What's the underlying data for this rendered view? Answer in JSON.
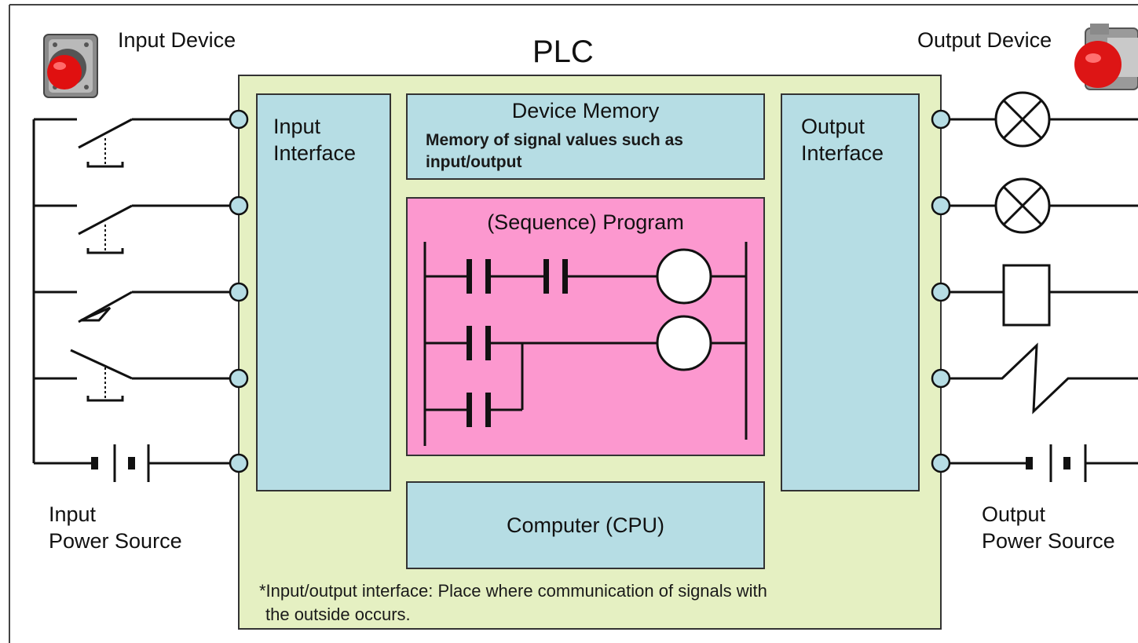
{
  "title": "PLC",
  "input_device": {
    "label": "Input Device"
  },
  "output_device": {
    "label": "Output Device"
  },
  "input_interface": {
    "label_line1": "Input",
    "label_line2": "Interface"
  },
  "output_interface": {
    "label_line1": "Output",
    "label_line2": "Interface"
  },
  "device_memory": {
    "title": "Device Memory",
    "desc_line1": "Memory of signal values such as",
    "desc_line2": "input/output"
  },
  "program": {
    "title": "(Sequence) Program"
  },
  "cpu": {
    "label": "Computer (CPU)"
  },
  "input_power": {
    "line1": "Input",
    "line2": "Power Source"
  },
  "output_power": {
    "line1": "Output",
    "line2": "Power Source"
  },
  "footnote": {
    "line1": "*Input/output interface: Place where communication of signals with",
    "line2": "the outside occurs."
  },
  "colors": {
    "plc_body": "#e5f0c2",
    "interface": "#b6dde4",
    "program": "#fc98cf",
    "terminal": "#b6dde4",
    "button_red": "#e01010"
  }
}
